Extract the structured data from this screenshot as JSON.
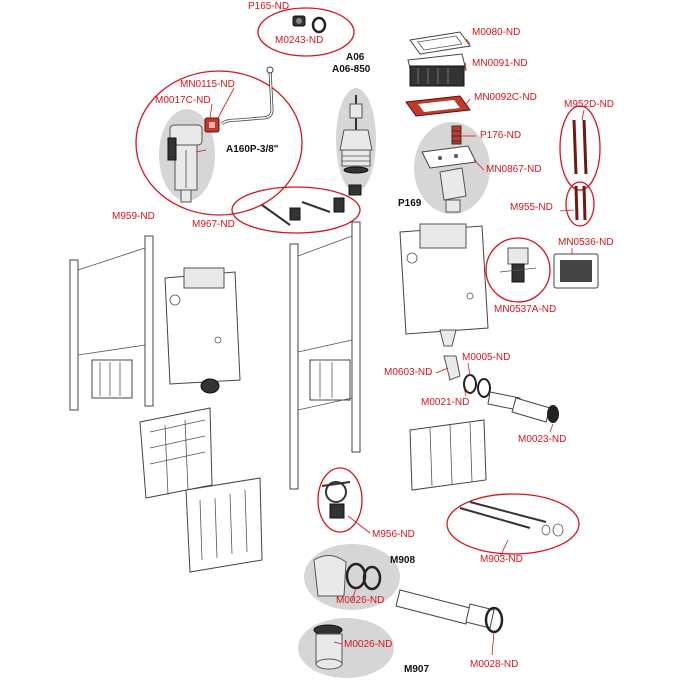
{
  "labels": {
    "p165": "P165-ND",
    "m0243": "M0243-ND",
    "a06": "A06",
    "a06_850": "A06-850",
    "m0080": "M0080-ND",
    "mn0091": "MN0091-ND",
    "mn0092c": "MN0092C-ND",
    "mn0115": "MN0115-ND",
    "m0017c": "M0017C-ND",
    "a160p": "A160P-3/8\"",
    "m952d": "M952D-ND",
    "p176": "P176-ND",
    "mn0867": "MN0867-ND",
    "p169": "P169",
    "m959": "M959-ND",
    "m967": "M967-ND",
    "m955": "M955-ND",
    "mn0536": "MN0536-ND",
    "mn0537a": "MN0537A-ND",
    "m0603": "M0603-ND",
    "m0005": "M0005-ND",
    "m0021": "M0021-ND",
    "m0023": "M0023-ND",
    "m956": "M956-ND",
    "m903": "M903-ND",
    "m908": "M908",
    "m0026a": "M0026-ND",
    "m0026b": "M0026-ND",
    "m907": "M907",
    "m0028": "M0028-ND"
  },
  "colors": {
    "callout": "#d7141e",
    "outline": "#444444",
    "group_fill": "#d6d6d6"
  }
}
